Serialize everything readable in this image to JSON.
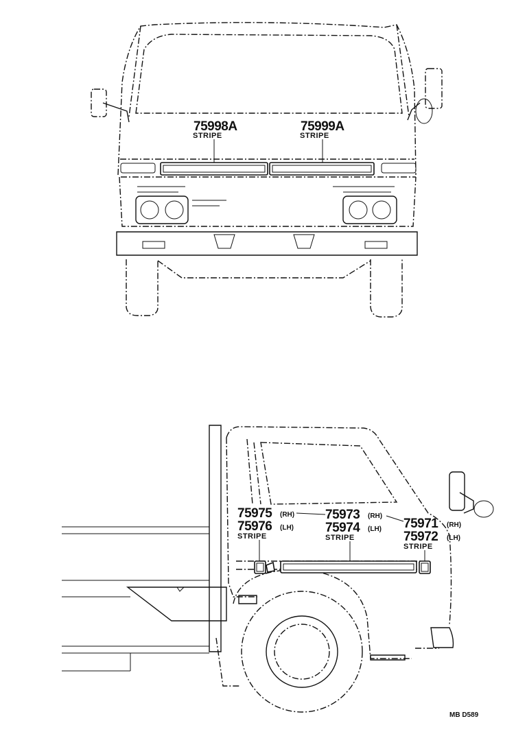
{
  "front_view": {
    "callouts": [
      {
        "part_number": "75998A",
        "caption": "STRIPE"
      },
      {
        "part_number": "75999A",
        "caption": "STRIPE"
      }
    ]
  },
  "side_view": {
    "callouts": [
      {
        "part_number_rh": "75975",
        "rh": "(RH)",
        "part_number_lh": "75976",
        "lh": "(LH)",
        "caption": "STRIPE"
      },
      {
        "part_number_rh": "75973",
        "rh": "(RH)",
        "part_number_lh": "75974",
        "lh": "(LH)",
        "caption": "STRIPE"
      },
      {
        "part_number_rh": "75971",
        "rh": "(RH)",
        "part_number_lh": "75972",
        "lh": "(LH)",
        "caption": "STRIPE"
      }
    ]
  },
  "reference_code": "MB D589",
  "colors": {
    "line": "#111111",
    "background": "#ffffff"
  }
}
